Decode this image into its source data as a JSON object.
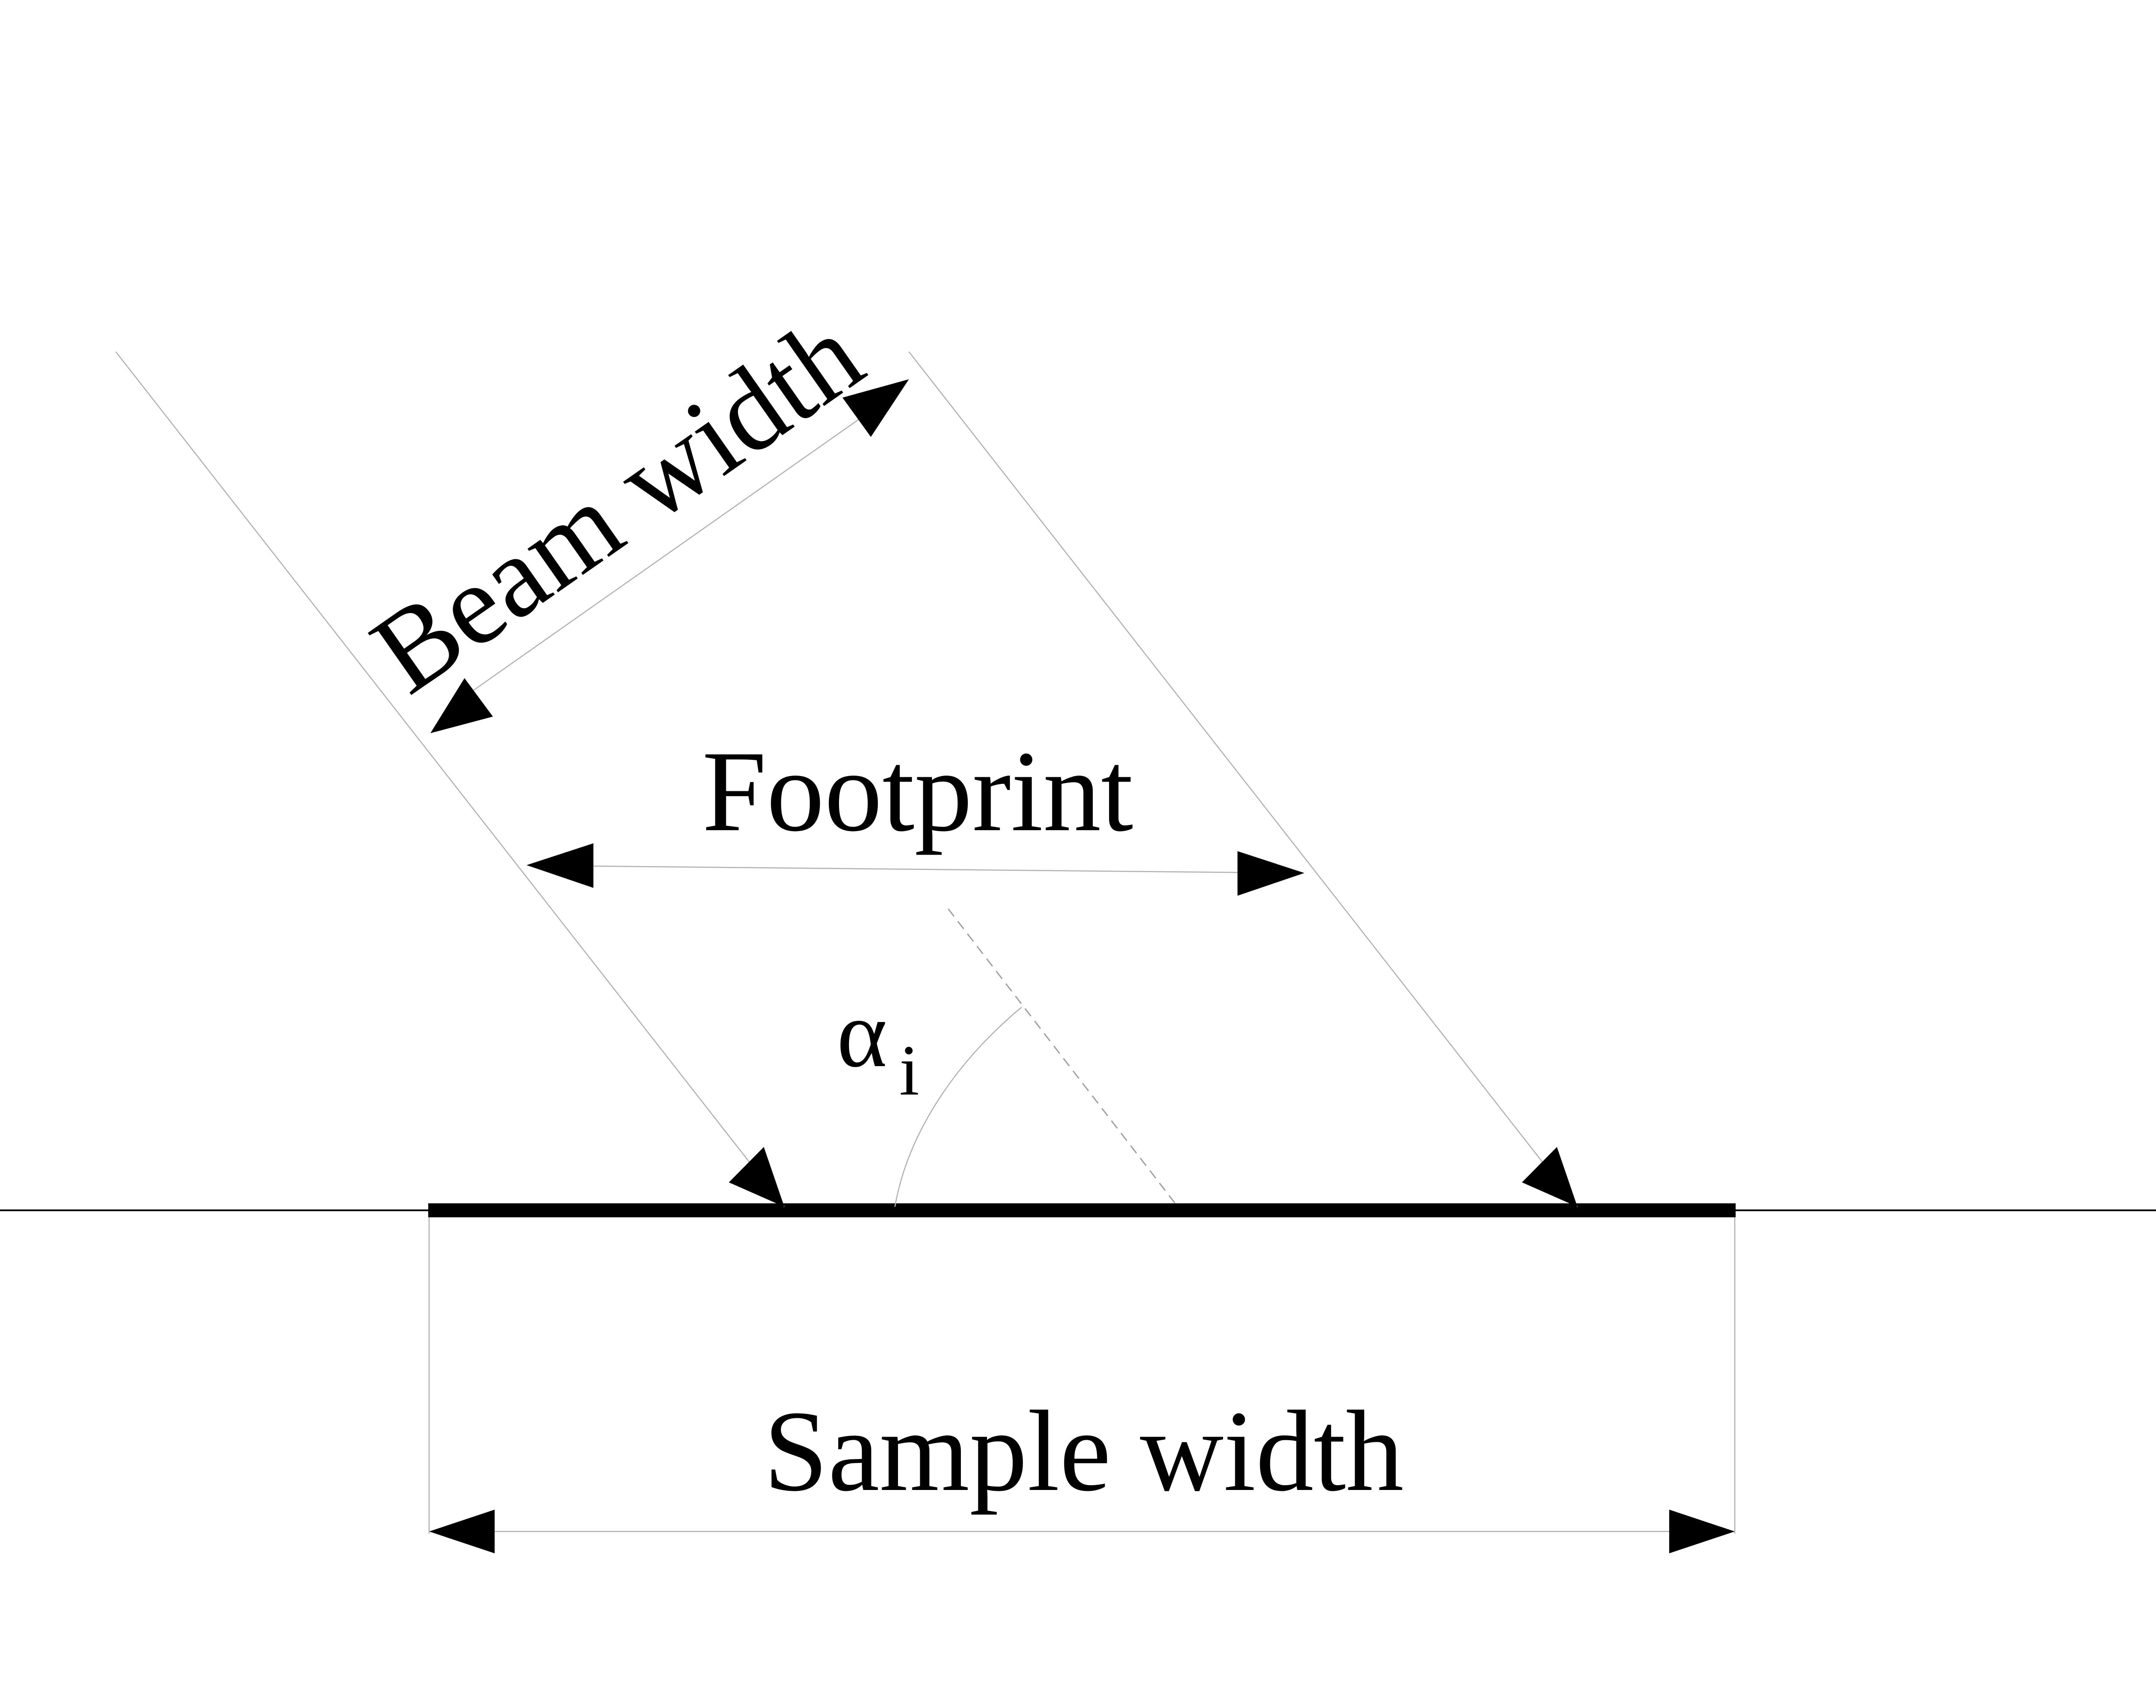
{
  "labels": {
    "beam_width": "Beam width",
    "footprint": "Footprint",
    "sample_width": "Sample width",
    "angle_symbol": "α",
    "angle_subscript": "i"
  },
  "colors": {
    "ink": "#000000",
    "guide_line": "#b0b0b0",
    "background": "#ffffff"
  }
}
